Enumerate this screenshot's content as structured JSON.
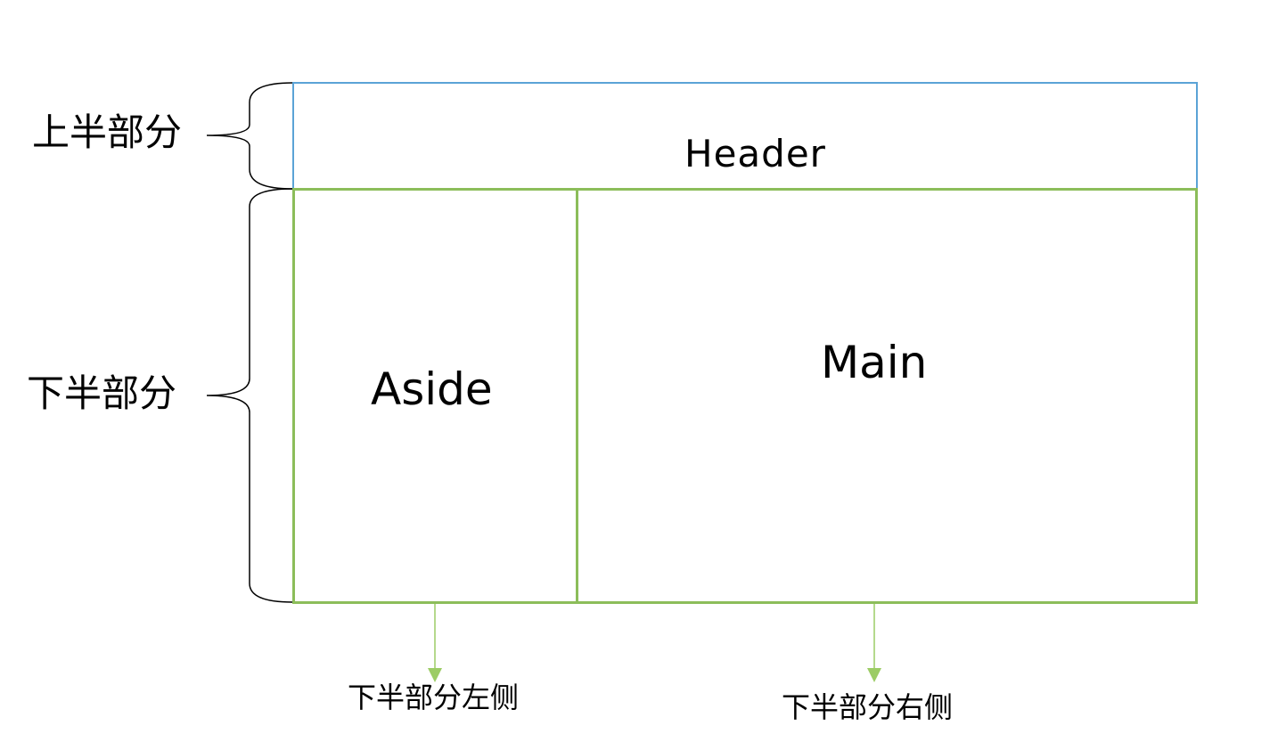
{
  "diagram": {
    "header": {
      "label": "Header"
    },
    "aside": {
      "label": "Aside"
    },
    "main": {
      "label": "Main"
    },
    "upper_part": {
      "label": "上半部分"
    },
    "lower_part": {
      "label": "下半部分"
    },
    "lower_left": {
      "label": "下半部分左侧"
    },
    "lower_right": {
      "label": "下半部分右侧"
    }
  },
  "colors": {
    "header_border": "#5ba3d6",
    "lower_border": "#8cbd5a",
    "arrow": "#9ccc65",
    "brace": "#000000"
  }
}
